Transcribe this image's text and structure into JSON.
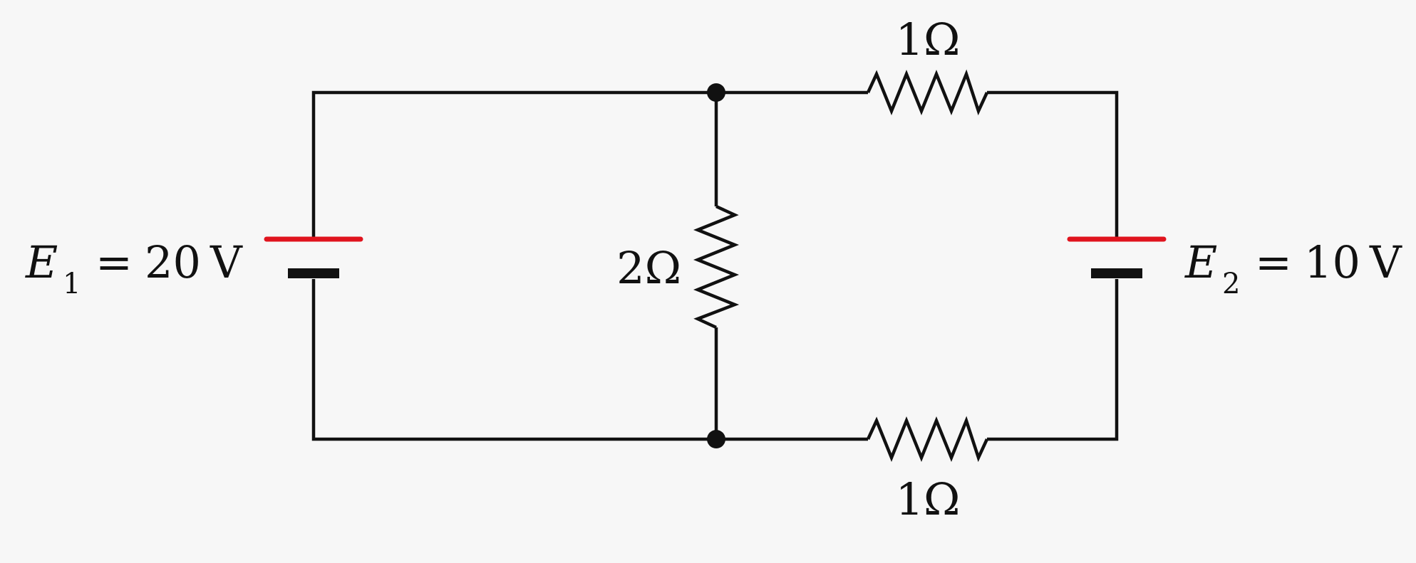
{
  "colors": {
    "background": "#f7f7f7",
    "wire": "#111111",
    "battery_positive": "#e0141e",
    "battery_negative": "#111111"
  },
  "sources": {
    "e1": {
      "symbol": "E",
      "subscript": "1",
      "equals": "=",
      "value": "20",
      "unit": "V"
    },
    "e2": {
      "symbol": "E",
      "subscript": "2",
      "equals": "=",
      "value": "10",
      "unit": "V"
    }
  },
  "resistors": {
    "top": {
      "value": "1",
      "unit": "Ω"
    },
    "middle": {
      "value": "2",
      "unit": "Ω"
    },
    "bottom": {
      "value": "1",
      "unit": "Ω"
    }
  },
  "icons": {
    "battery": "battery-icon",
    "resistor": "resistor-icon",
    "node": "junction-node-icon"
  }
}
